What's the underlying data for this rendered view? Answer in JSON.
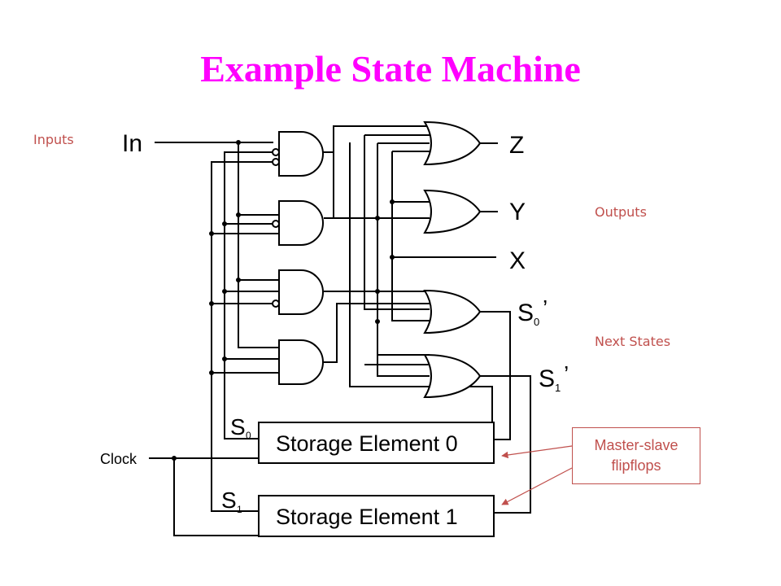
{
  "title": "Example State Machine",
  "annotations": {
    "inputs": "Inputs",
    "outputs": "Outputs",
    "next_states": "Next States",
    "callout_line1": "Master-slave",
    "callout_line2": "flipflops"
  },
  "signals": {
    "input": "In",
    "output_z": "Z",
    "output_y": "Y",
    "output_x": "X",
    "next_s0": "S",
    "next_s0_sub": "0",
    "next_s1": "S",
    "next_s1_sub": "1",
    "prime": "’",
    "clock": "Clock",
    "state_s0": "S",
    "state_s0_sub": "0",
    "state_s1": "S",
    "state_s1_sub": "1"
  },
  "storage": {
    "element0": "Storage Element 0",
    "element1": "Storage Element 1"
  },
  "colors": {
    "title": "#ff00ff",
    "annotation": "#c0504d",
    "wire": "#000000"
  }
}
